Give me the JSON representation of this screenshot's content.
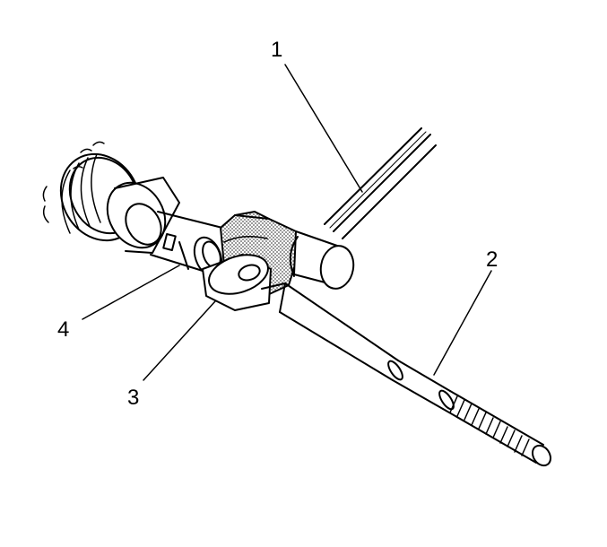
{
  "diagram": {
    "callouts": [
      {
        "id": "1",
        "label": "1"
      },
      {
        "id": "2",
        "label": "2"
      },
      {
        "id": "3",
        "label": "3"
      },
      {
        "id": "4",
        "label": "4"
      }
    ],
    "colors": {
      "line": "#000000",
      "background": "#ffffff",
      "stipple": "#8a8a8a"
    }
  }
}
